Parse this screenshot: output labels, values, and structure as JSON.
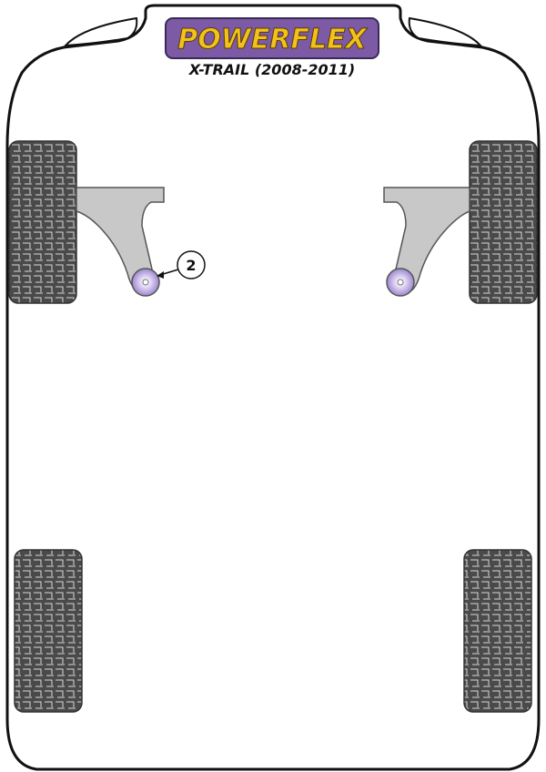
{
  "header": {
    "brand": "POWERFLEX",
    "model": "X-TRAIL (2008-2011)"
  },
  "callouts": [
    {
      "number": "2"
    }
  ],
  "colors": {
    "logo_background": "#7c5aa6",
    "logo_text": "#f2c21b",
    "bush_purple": "#b9a6e0",
    "wishbone_gray": "#c8c8c8",
    "tyre_dark": "#4a4a4a",
    "body_outline": "#111111"
  }
}
